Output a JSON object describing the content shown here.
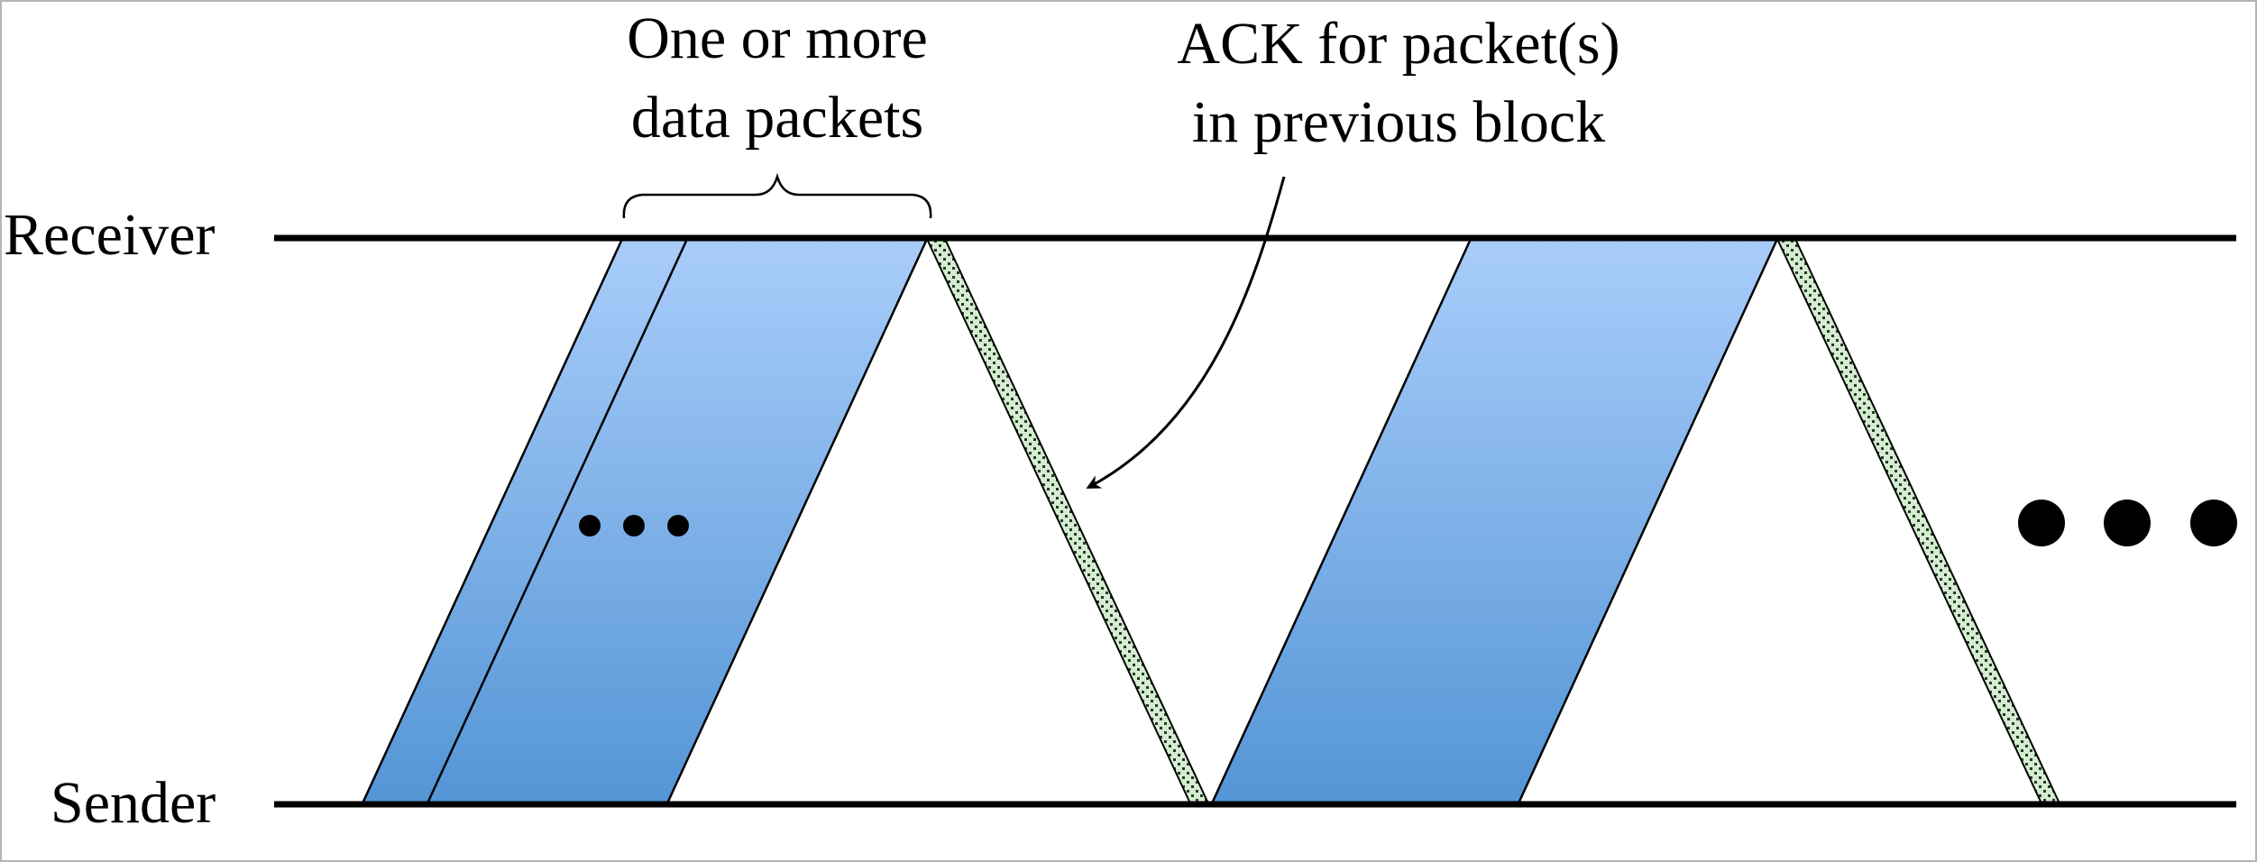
{
  "lanes": {
    "receiver_label": "Receiver",
    "sender_label": "Sender"
  },
  "annotations": {
    "data_packets_line1": "One or more",
    "data_packets_line2": "data packets",
    "ack_line1": "ACK for packet(s)",
    "ack_line2": "in previous block"
  },
  "colors": {
    "packet_fill_top": "#a9cdfa",
    "packet_fill_bottom": "#5495d6",
    "ack_fill": "#d6ecd2",
    "ack_pattern": "#1f3f1f",
    "line": "#000000",
    "frame": "#b5b5b5"
  }
}
